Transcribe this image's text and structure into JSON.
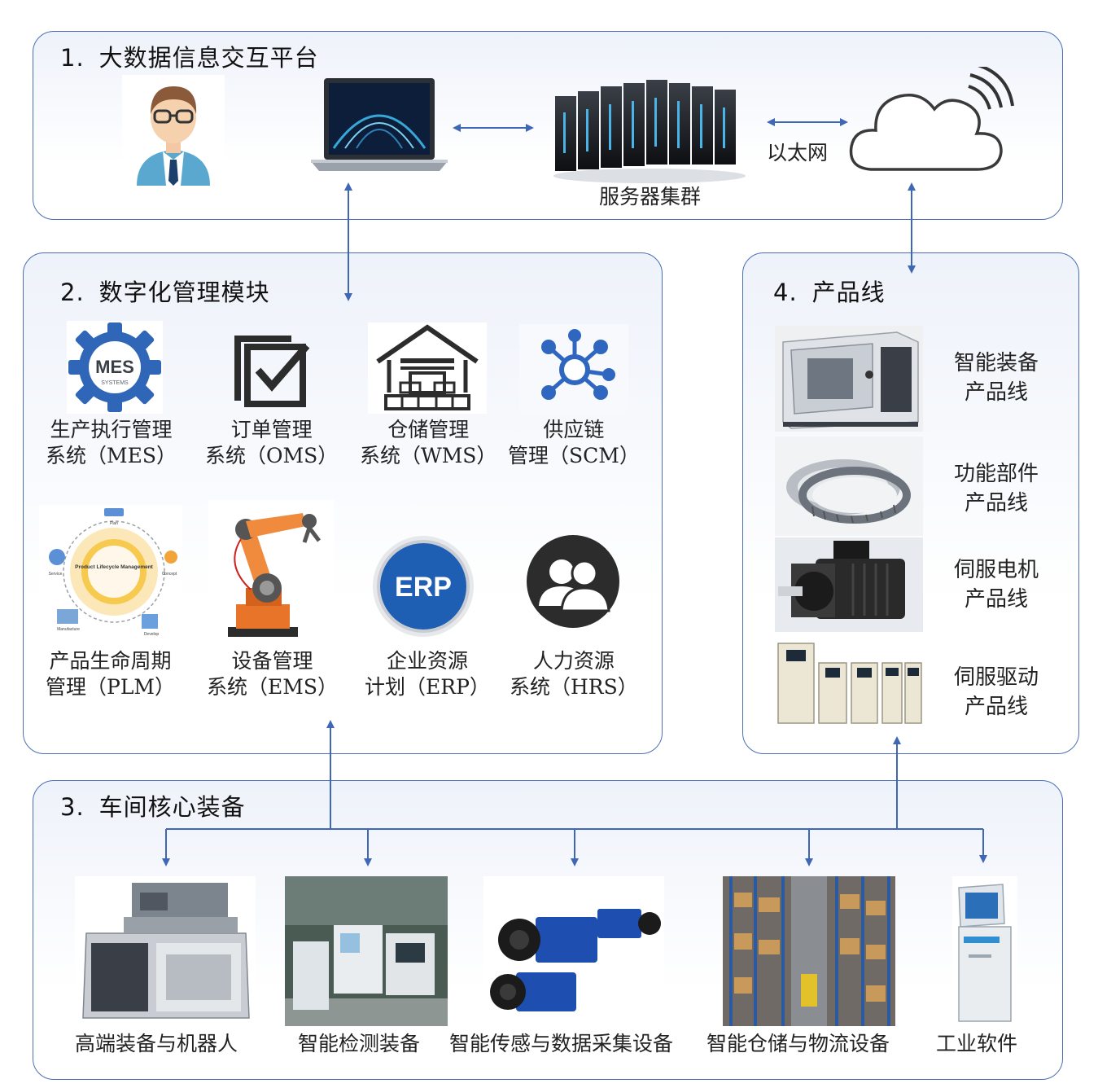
{
  "panels": {
    "p1": {
      "num": "1.",
      "title": "大数据信息交互平台"
    },
    "p2": {
      "num": "2.",
      "title": "数字化管理模块"
    },
    "p3": {
      "num": "3.",
      "title": "车间核心装备"
    },
    "p4": {
      "num": "4.",
      "title": "产品线"
    }
  },
  "platform": {
    "server_label": "服务器集群",
    "ethernet_label": "以太网"
  },
  "modules": [
    {
      "line1": "生产执行管理",
      "line2": "系统（MES）",
      "icon": "mes-gear-icon",
      "icon_text": "MES",
      "icon_sub": "SYSTEMS"
    },
    {
      "line1": "订单管理",
      "line2": "系统（OMS）",
      "icon": "checkbox-icon"
    },
    {
      "line1": "仓储管理",
      "line2": "系统（WMS）",
      "icon": "warehouse-icon"
    },
    {
      "line1": "供应链",
      "line2": "管理（SCM）",
      "icon": "network-hub-icon"
    },
    {
      "line1": "产品生命周期",
      "line2": "管理（PLM）",
      "icon": "plm-cycle-icon",
      "center_text": "Product Lifecycle Management",
      "stages": [
        "Plan",
        "Concept",
        "Develop",
        "Manufacture",
        "Service"
      ]
    },
    {
      "line1": "设备管理",
      "line2": "系统（EMS）",
      "icon": "robot-arm-icon"
    },
    {
      "line1": "企业资源",
      "line2": "计划（ERP）",
      "icon": "erp-badge-icon",
      "icon_text": "ERP"
    },
    {
      "line1": "人力资源",
      "line2": "系统（HRS）",
      "icon": "people-icon"
    }
  ],
  "equipment": [
    {
      "label": "高端装备与机器人",
      "icon": "machine-tool-icon"
    },
    {
      "label": "智能检测装备",
      "icon": "inspection-lab-icon"
    },
    {
      "label": "智能传感与数据采集设备",
      "icon": "camera-sensor-icon"
    },
    {
      "label": "智能仓储与物流设备",
      "icon": "warehouse-shelves-icon"
    },
    {
      "label": "工业软件",
      "icon": "kiosk-terminal-icon"
    }
  ],
  "product_lines": [
    {
      "line1": "智能装备",
      "line2": "产品线",
      "icon": "cnc-machine-icon"
    },
    {
      "line1": "功能部件",
      "line2": "产品线",
      "icon": "bearing-icon"
    },
    {
      "line1": "伺服电机",
      "line2": "产品线",
      "icon": "servo-motor-icon"
    },
    {
      "line1": "伺服驱动",
      "line2": "产品线",
      "icon": "servo-drive-icon"
    }
  ],
  "colors": {
    "panel_border": "#4a6fb5",
    "arrow": "#3f67b5",
    "icon_blue": "#3a6fc4",
    "orange": "#e8742a"
  }
}
